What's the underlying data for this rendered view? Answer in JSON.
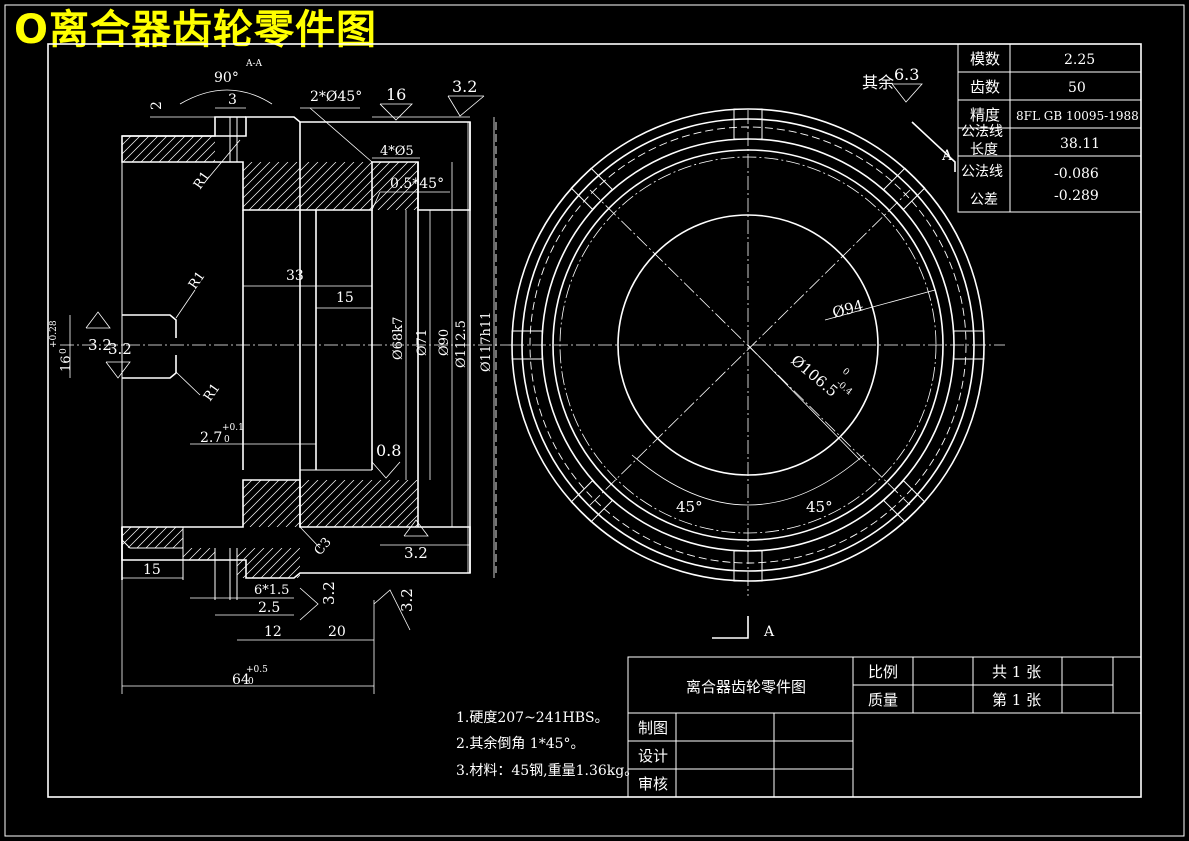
{
  "drawing_title": "O离合器齿轮零件图",
  "section_label": "A-A",
  "gear_params": [
    {
      "name": "模数",
      "value": "2.25"
    },
    {
      "name": "齿数",
      "value": "50"
    },
    {
      "name": "精度",
      "value": "8FL GB 10095-1988"
    },
    {
      "name": "公法线长度",
      "value": "38.11"
    },
    {
      "name": "公法线公差",
      "value": [
        "-0.086",
        "-0.289"
      ]
    }
  ],
  "roughness_note": {
    "label": "其余",
    "value": "6.3"
  },
  "dimensions": {
    "angle_90": "90°",
    "d_2": "2",
    "d_3": "3",
    "chamfer_2x45": "2*Ø45°",
    "rough_16": "16",
    "rough_3_2_top": "3.2",
    "d_4x5": "4*Ø5",
    "chamfer_05x45": "0.5*45°",
    "r1_a": "R1",
    "r1_b": "R1",
    "r1_c": "R1",
    "d_33": "33",
    "d_15_inner": "15",
    "dia_68k7": "Ø68k7",
    "dia_71": "Ø71",
    "dia_90": "Ø90",
    "dia_112_5": "Ø112.5",
    "dia_117h11": "Ø117h11",
    "dim_16_main": "16",
    "dim_16_sup": "+0.28",
    "dim_16_sub": "0",
    "rough_3_2_left_a": "3.2",
    "rough_3_2_left_b": "3.2",
    "dim_2_7_main": "2.7",
    "dim_2_7_sup": "+0.1",
    "dim_2_7_sub": "0",
    "rough_0_8": "0.8",
    "c3": "C3",
    "rough_3_2_bottom": "3.2",
    "rough_3_2_vert_a": "3.2",
    "rough_3_2_vert_b": "3.2",
    "d_15_bottom": "15",
    "d_6x1_5": "6*1.5",
    "d_2_5": "2.5",
    "d_12": "12",
    "d_20": "20",
    "d_64_main": "64",
    "d_64_sup": "+0.5",
    "d_64_sub": "0",
    "dia_94": "Ø94",
    "dia_106_5_main": "Ø106.5",
    "dia_106_5_sup": "0",
    "dia_106_5_sub": "-0.4",
    "angle_45_left": "45°",
    "angle_45_right": "45°",
    "section_a_top": "A",
    "section_a_bottom": "A"
  },
  "notes": [
    "1.硬度207~241HBS。",
    "2.其余倒角 1*45°。",
    "3.材料：45钢,重量1.36kg。"
  ],
  "title_block": {
    "name": "离合器齿轮零件图",
    "scale_label": "比例",
    "scale_value": "",
    "mass_label": "质量",
    "mass_value": "",
    "sheets_total": "共 1 张",
    "sheet_no": "第 1 张",
    "drawn_by": "制图",
    "designed_by": "设计",
    "checked_by": "审核"
  },
  "colors": {
    "background": "#000000",
    "lines": "#ffffff",
    "title": "#ffff00"
  }
}
